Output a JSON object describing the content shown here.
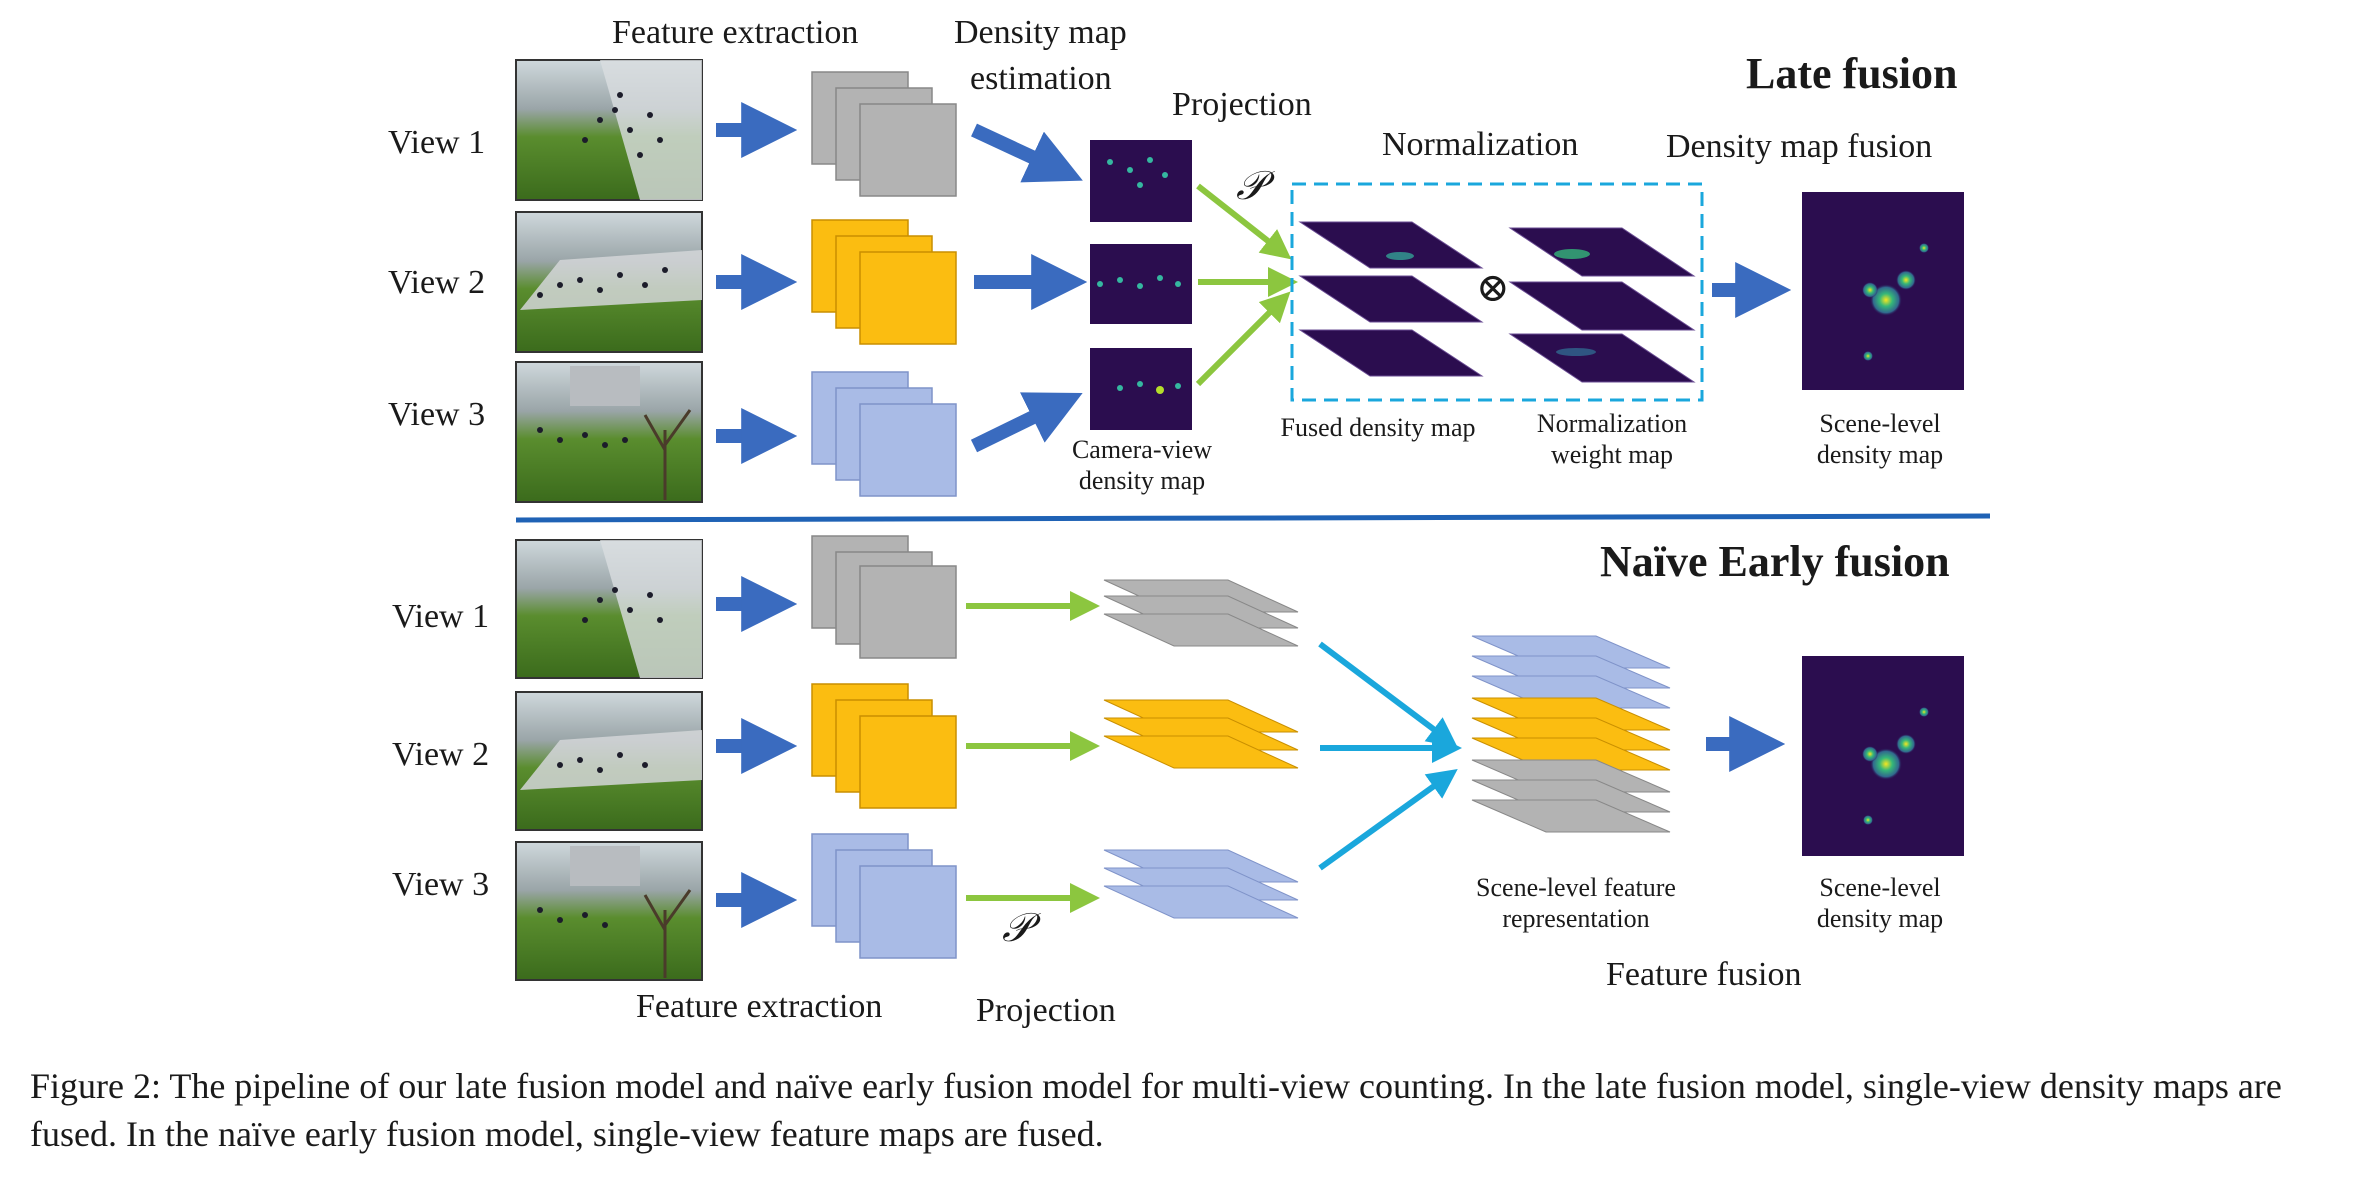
{
  "late": {
    "title": "Late fusion",
    "stages": {
      "feature_extraction": "Feature extraction",
      "density_map_estimation_1": "Density map",
      "density_map_estimation_2": "estimation",
      "projection": "Projection",
      "normalization": "Normalization",
      "density_map_fusion": "Density map fusion"
    },
    "views": [
      "View 1",
      "View 2",
      "View 3"
    ],
    "labels": {
      "camera_view_1": "Camera-view",
      "camera_view_2": "density map",
      "fused_density_map": "Fused density map",
      "norm_weight_1": "Normalization",
      "norm_weight_2": "weight map",
      "scene_level_1": "Scene-level",
      "scene_level_2": "density map"
    },
    "projection_symbol": "𝒫",
    "multiply_symbol": "⊗"
  },
  "early": {
    "title": "Naïve Early fusion",
    "views": [
      "View 1",
      "View 2",
      "View 3"
    ],
    "stages": {
      "feature_extraction": "Feature extraction",
      "projection": "Projection",
      "feature_fusion": "Feature fusion"
    },
    "labels": {
      "scene_feature_1": "Scene-level feature",
      "scene_feature_2": "representation",
      "scene_level_1": "Scene-level",
      "scene_level_2": "density map"
    },
    "projection_symbol": "𝒫"
  },
  "caption": "Figure 2: The pipeline of our late fusion model and naïve early fusion model for multi-view counting. In the late fusion model, single-view density maps are fused. In the naïve early fusion model, single-view feature maps are fused.",
  "colors": {
    "view1_feature": "#b3b3b3",
    "view2_feature": "#fbbd11",
    "view3_feature": "#a9bbe6",
    "blue_arrow": "#3a6bbf",
    "green_arrow": "#8cc63f",
    "cyan_arrow": "#1aa7dc",
    "separator": "#1f62b5",
    "density_bg": "#2b0d4f"
  }
}
